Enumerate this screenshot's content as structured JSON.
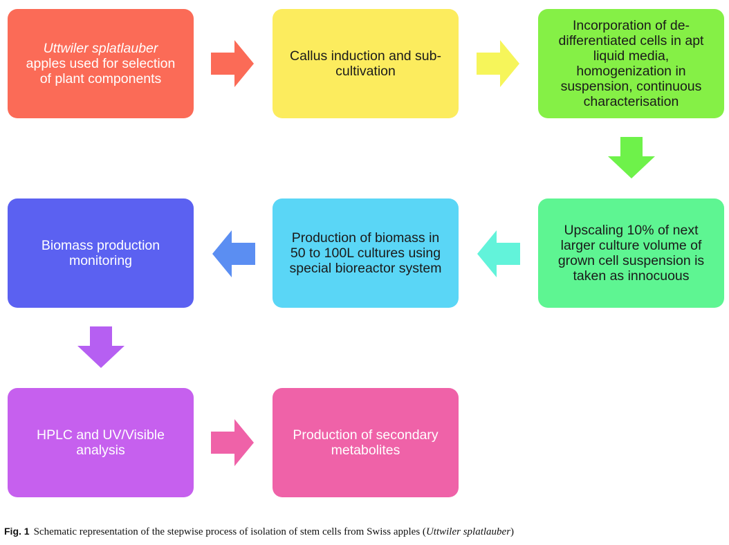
{
  "steps": {
    "s1": {
      "lines": [
        "Uttwiler splatlauber",
        "apples used for selection",
        "of plant components"
      ],
      "color": "#fb6b57"
    },
    "s2": {
      "lines": [
        "Callus induction and sub-",
        "cultivation"
      ],
      "color": "#fcec5e"
    },
    "s3": {
      "lines": [
        "Incorporation of de-",
        "differentiated cells in apt",
        "liquid media,",
        "homogenization in",
        "suspension, continuous",
        "characterisation"
      ],
      "color": "#85f046"
    },
    "s4": {
      "lines": [
        "Upscaling 10% of next",
        "larger culture volume of",
        "grown cell suspension is",
        "taken as innocuous"
      ],
      "color": "#5ef592"
    },
    "s5": {
      "lines": [
        "Production of biomass in",
        "50 to 100L cultures using",
        "special bioreactor system"
      ],
      "color": "#5ad6f6"
    },
    "s6": {
      "lines": [
        "Biomass production",
        "monitoring"
      ],
      "color": "#5b61f1"
    },
    "s7": {
      "lines": [
        "HPLC and UV/Visible",
        "analysis"
      ],
      "color": "#c660ee"
    },
    "s8": {
      "lines": [
        "Production of secondary",
        "metabolites"
      ],
      "color": "#ef62a8"
    }
  },
  "arrow_colors": {
    "a1": "#fb6b57",
    "a2": "#f6f55a",
    "a3": "#6ef24a",
    "a4": "#62f3da",
    "a5": "#5b8ef2",
    "a6": "#b65ff2",
    "a7": "#ef62a8"
  },
  "caption": {
    "fig_label": "Fig. 1",
    "text_before": "Schematic representation of the stepwise process of isolation of stem cells from Swiss apples (",
    "italic": "Uttwiler splatlauber",
    "text_after": ")"
  }
}
